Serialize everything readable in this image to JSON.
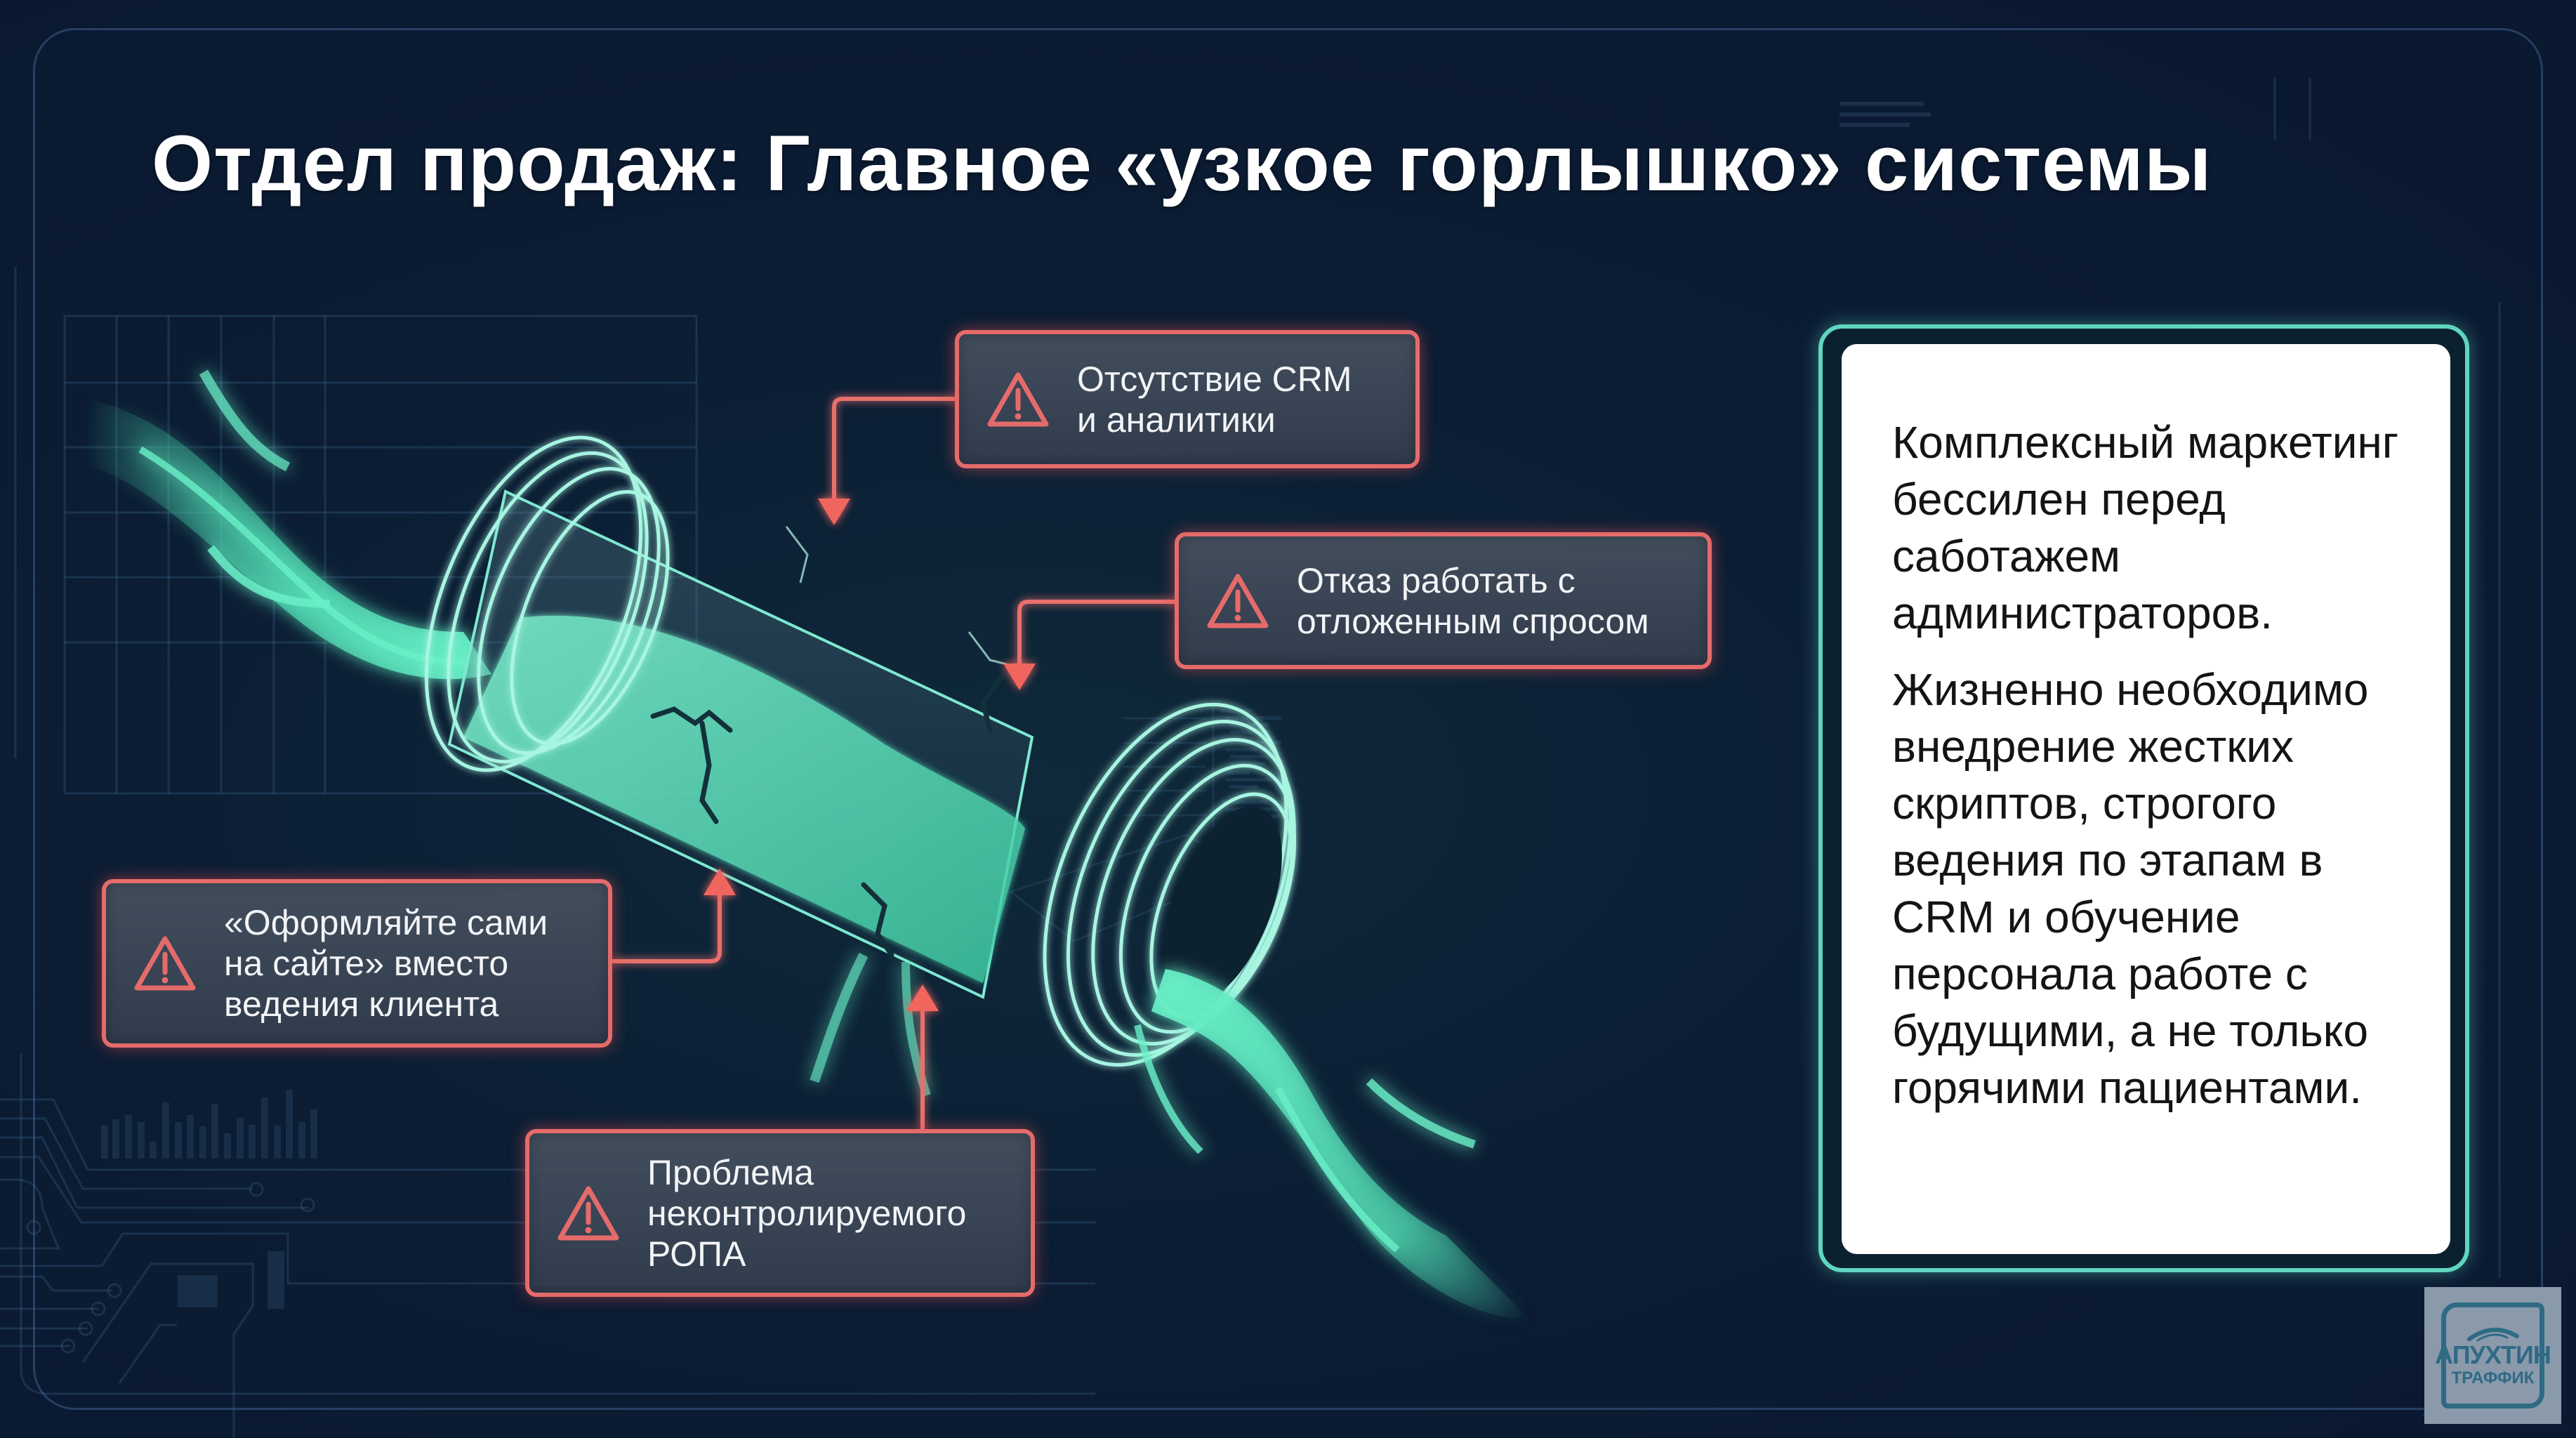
{
  "slide": {
    "title": "Отдел продаж: Главное «узкое горлышко» системы"
  },
  "colors": {
    "background": "#0b1c33",
    "accent_teal": "#5fd6bf",
    "warning_red": "#e56b6b",
    "callout_fill": "#3e4a5a",
    "panel_fill": "#ffffff",
    "logo_fill": "#8a9aab",
    "logo_ink": "#2f6a85"
  },
  "illustration": {
    "subject": "cracked glass tube with glowing green flow (bottleneck)",
    "icon": "pipe-bottleneck-icon"
  },
  "callouts": [
    {
      "id": "no-crm",
      "icon": "warning-triangle-icon",
      "text": "Отсутствие CRM\nи аналитики"
    },
    {
      "id": "refusal-deferred",
      "icon": "warning-triangle-icon",
      "text": "Отказ работать с\nотложенным спросом"
    },
    {
      "id": "self-service",
      "icon": "warning-triangle-icon",
      "text": "«Оформляйте сами\nна сайте» вместо\nведения клиента"
    },
    {
      "id": "uncontrolled-ropa",
      "icon": "warning-triangle-icon",
      "text": "Проблема\nнеконтролируемого\nРОПА"
    }
  ],
  "panel": {
    "paragraphs": [
      "Комплексный маркетинг бессилен перед саботажем администраторов.",
      "Жизненно необходимо внедрение жестких скриптов, строгого ведения по этапам в CRM и обучение персонала работе с будущими, а не только горячими пациентами."
    ]
  },
  "logo": {
    "name": "АПУХТИН",
    "sub": "ТРАФФИК"
  }
}
